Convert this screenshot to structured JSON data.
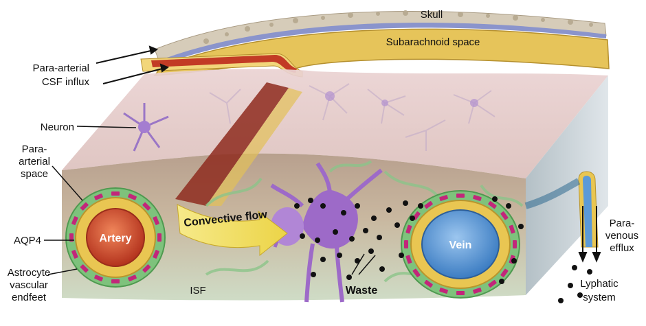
{
  "labels": {
    "skull": "Skull",
    "subarachnoid": "Subarachnoid space",
    "para_arterial_influx": [
      "Para-arterial",
      "CSF influx"
    ],
    "neuron": "Neuron",
    "para_arterial_space": [
      "Para-",
      "arterial",
      "space"
    ],
    "aqp4": "AQP4",
    "astrocyte_endfeet": [
      "Astrocyte",
      "vascular",
      "endfeet"
    ],
    "artery": "Artery",
    "convective_flow": "Convective flow",
    "vein": "Vein",
    "isf": "ISF",
    "waste": "Waste",
    "para_venous_efflux": [
      "Para-",
      "venous",
      "efflux"
    ],
    "lymphatic_system": [
      "Lyphatic",
      "system"
    ]
  },
  "colors": {
    "skull_bone": "#d9d0bf",
    "dura_blue": "#7a86c4",
    "csf_yellow": "#e8c860",
    "cortex_pink": "#e8c9cc",
    "tissue_front": "#c9b6a6",
    "artery_red": "#c8412a",
    "vein_blue": "#4f8fd0",
    "astrocyte_green": "#7bbf7a",
    "aqp4_magenta": "#c2267a",
    "neuron_purple": "#a070c8",
    "flow_yellow": "#f3e06a",
    "waste_black": "#111111"
  }
}
